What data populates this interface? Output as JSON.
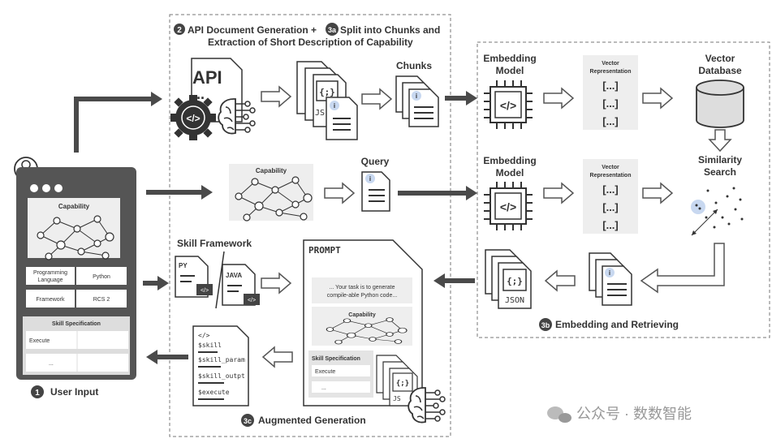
{
  "sections": {
    "gen_title_a": "API Document Generation +",
    "gen_title_b": "Split into Chunks and",
    "gen_title_c": "Extraction of Short Description of Capability",
    "num_2": "2",
    "num_3a": "3a",
    "num_3b": "3b",
    "num_3c": "3c",
    "num_1": "1",
    "embed_retrieve": "Embedding and Retrieving",
    "augmented": "Augmented Generation",
    "user_input": "User Input"
  },
  "api_doc": {
    "label": "API",
    "ellipsis": "..."
  },
  "chunks": {
    "label": "Chunks",
    "json_label": "JS",
    "braces": "{;}"
  },
  "embedding": {
    "model_label_1": "Embedding",
    "model_label_2": "Model",
    "vector_title_1": "Vector",
    "vector_title_2": "Representation",
    "vector_item": "[...]",
    "db_label_1": "Vector",
    "db_label_2": "Database",
    "similarity_1": "Similarity",
    "similarity_2": "Search"
  },
  "query": {
    "label": "Query",
    "capability": "Capability"
  },
  "retrieved": {
    "json": "JSON",
    "braces": "{;}"
  },
  "skill_framework": {
    "label": "Skill Framework",
    "py": "PY",
    "java": "JAVA"
  },
  "prompt": {
    "title": "PROMPT",
    "text_1": "... Your task is to generate",
    "text_2": "compile-able Python code...",
    "capability": "Capability",
    "skill_spec": "Skill Specification",
    "execute": "Execute",
    "ellipsis": "...",
    "braces": "{;}",
    "js": "JS"
  },
  "output_code": {
    "line_1": "</>",
    "line_2": "$skill",
    "line_3": "$skill_param",
    "line_4": "$skill_outpt",
    "line_5": "$execute"
  },
  "user_panel": {
    "capability": "Capability",
    "prog_lang_1": "Programming",
    "prog_lang_2": "Language",
    "prog_lang_value": "Python",
    "framework": "Framework",
    "framework_value": "RCS 2",
    "skill_spec": "Skill Specification",
    "execute": "Execute",
    "ellipsis": "..."
  },
  "watermark": "公众号 · 数数智能",
  "colors": {
    "dark": "#4a4a4a",
    "panel": "#555555",
    "light": "#ececec",
    "blue": "#c8d8f0"
  }
}
